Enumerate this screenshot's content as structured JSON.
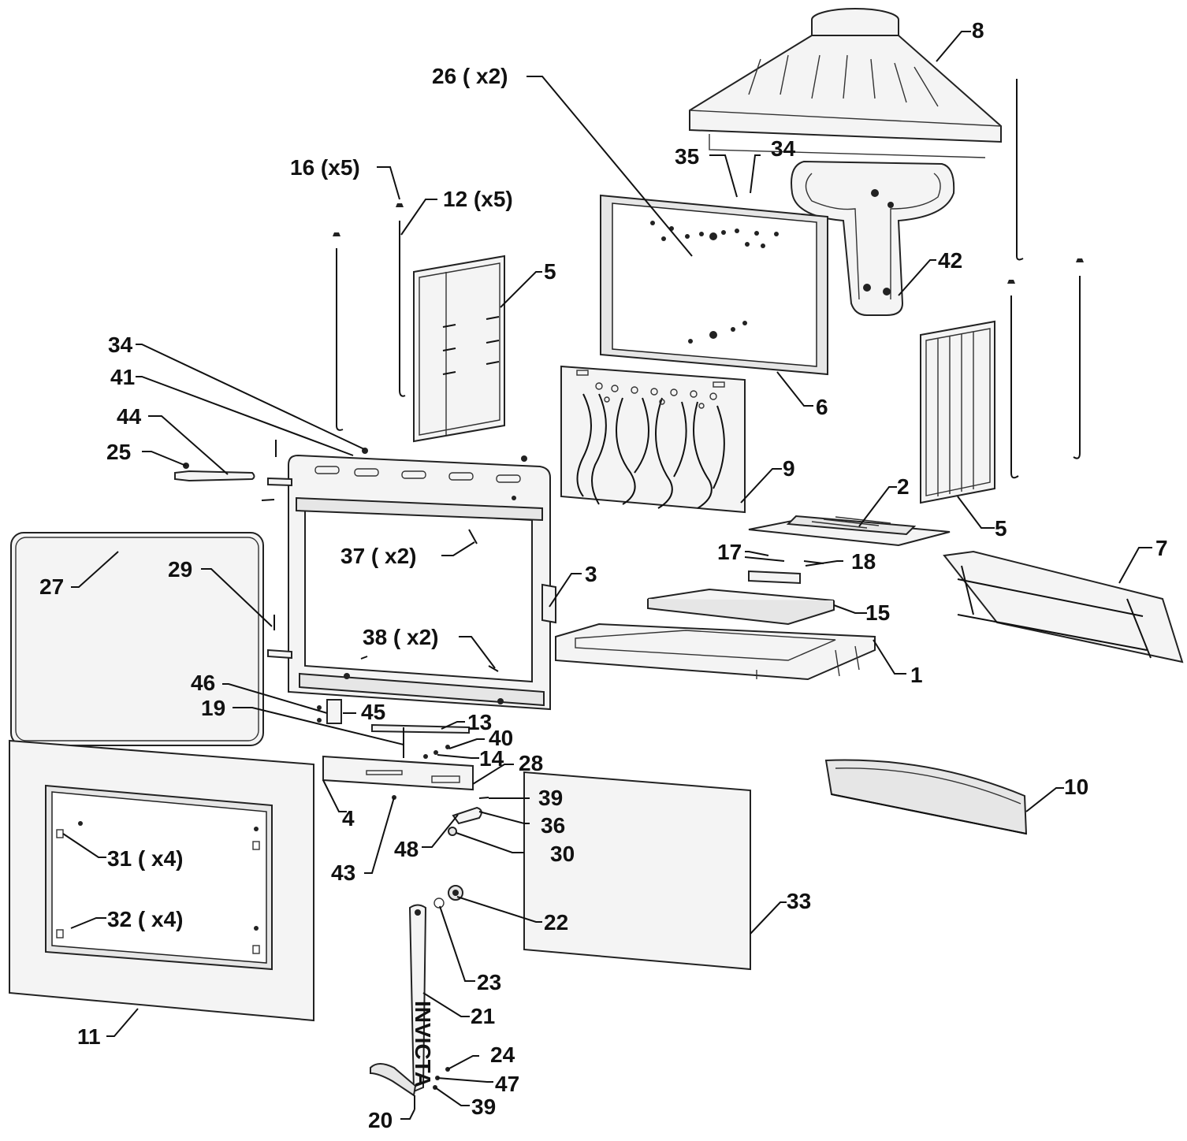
{
  "labels": {
    "l1": "1",
    "l2": "2",
    "l3": "3",
    "l4": "4",
    "l5a": "5",
    "l5b": "5",
    "l6": "6",
    "l7": "7",
    "l8": "8",
    "l9": "9",
    "l10": "10",
    "l11": "11",
    "l12": "12  (x5)",
    "l13": "13",
    "l14": "14",
    "l15": "15",
    "l16": "16 (x5)",
    "l17": "17",
    "l18": "18",
    "l19": "19",
    "l20": "20",
    "l21": "21",
    "l22": "22",
    "l23": "23",
    "l24": "24",
    "l25": "25",
    "l26": "26 ( x2)",
    "l27": "27",
    "l28": "28",
    "l29": "29",
    "l30": "30",
    "l31": "31 ( x4)",
    "l32": "32 ( x4)",
    "l33": "33",
    "l34a": "34",
    "l34b": "34",
    "l35": "35",
    "l36": "36",
    "l37": "37  ( x2)",
    "l38": "38  ( x2)",
    "l39a": "39",
    "l39b": "39",
    "l40": "40",
    "l41": "41",
    "l42": "42",
    "l43": "43",
    "l44": "44",
    "l45": "45",
    "l46": "46",
    "l47": "47",
    "l48": "48"
  },
  "handle_text": "INVICTA"
}
